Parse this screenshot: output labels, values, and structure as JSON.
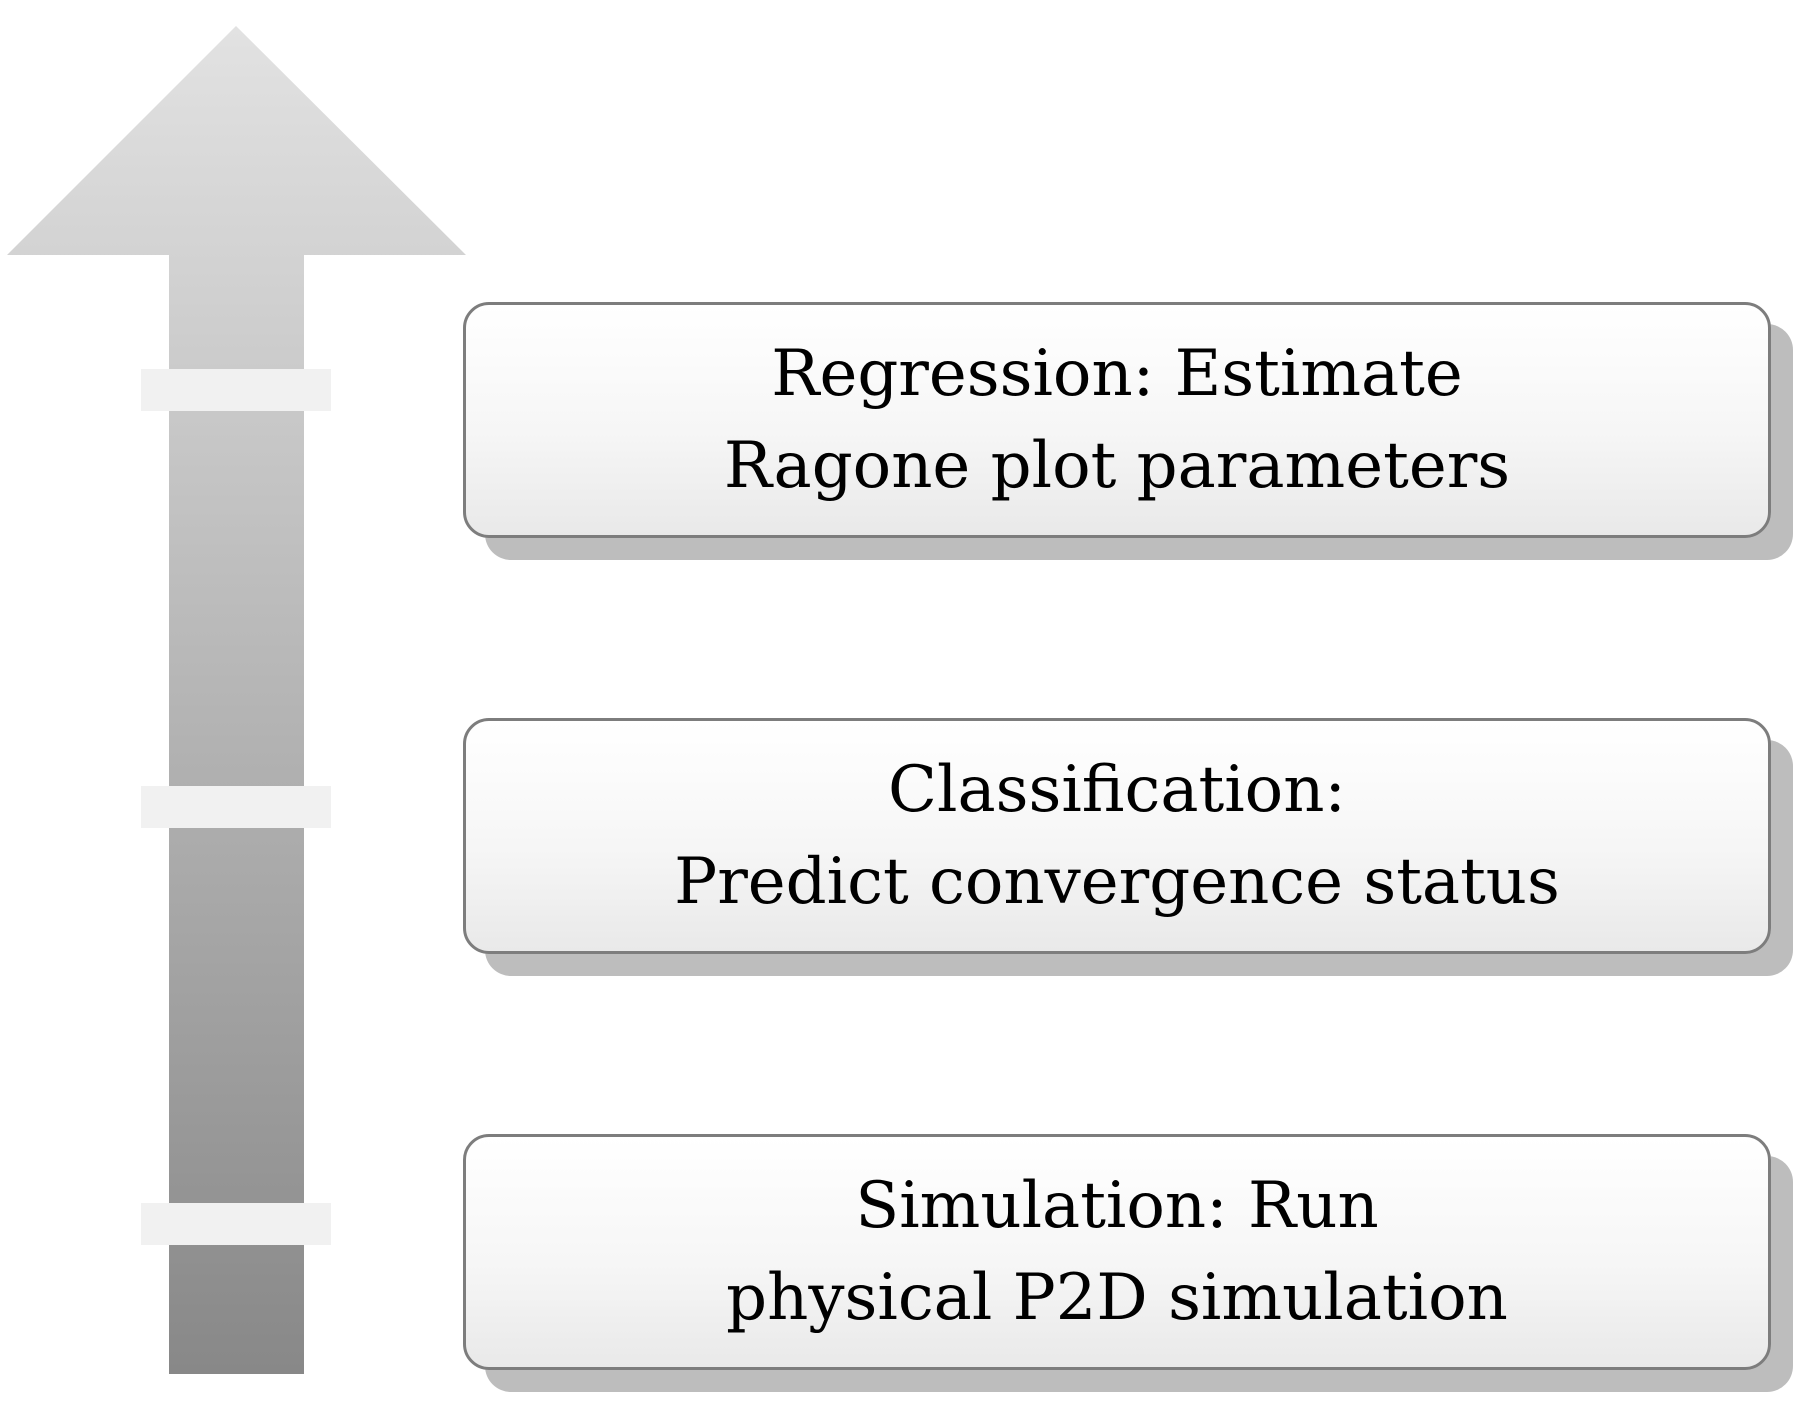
{
  "steps": [
    {
      "id": "regression",
      "line1": "Regression:  Estimate",
      "line2": "Ragone plot parameters"
    },
    {
      "id": "classification",
      "line1": "Classification:",
      "line2": "Predict convergence status"
    },
    {
      "id": "simulation",
      "line1": "Simulation:  Run",
      "line2": "physical P2D simulation"
    }
  ],
  "colors": {
    "arrow_top": "#e2e2e2",
    "arrow_bottom": "#888888",
    "band": "#f1f1f1",
    "box_border": "#7d7d7d",
    "box_shadow": "#bdbdbd"
  }
}
